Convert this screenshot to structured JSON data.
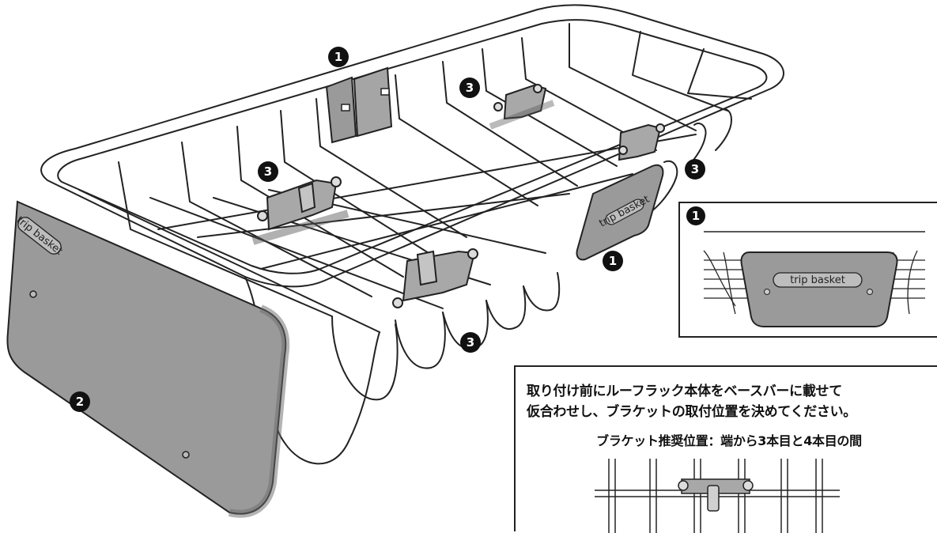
{
  "callouts": {
    "top_handle": "1",
    "front_plate": "2",
    "bracket_left": "3",
    "bracket_right_top": "3",
    "bracket_right": "3",
    "bracket_bottom": "3",
    "side_plate": "1",
    "inset": "1"
  },
  "plates": {
    "front_brand": "trip basket",
    "side_brand": "trip basket",
    "inset_brand": "trip basket"
  },
  "note": {
    "line1": "取り付け前にルーフラック本体をベースバーに載せて",
    "line2": "仮合わせし、ブラケットの取付位置を決めてください。",
    "subtitle": "ブラケット推奨位置：端から3本目と4本目の間"
  },
  "colors": {
    "line": "#222222",
    "plate_fill": "#9a9a9a",
    "plate_dark": "#7d7d7d",
    "bracket_fill": "#a8a8a8",
    "callout_fill": "#111111"
  }
}
